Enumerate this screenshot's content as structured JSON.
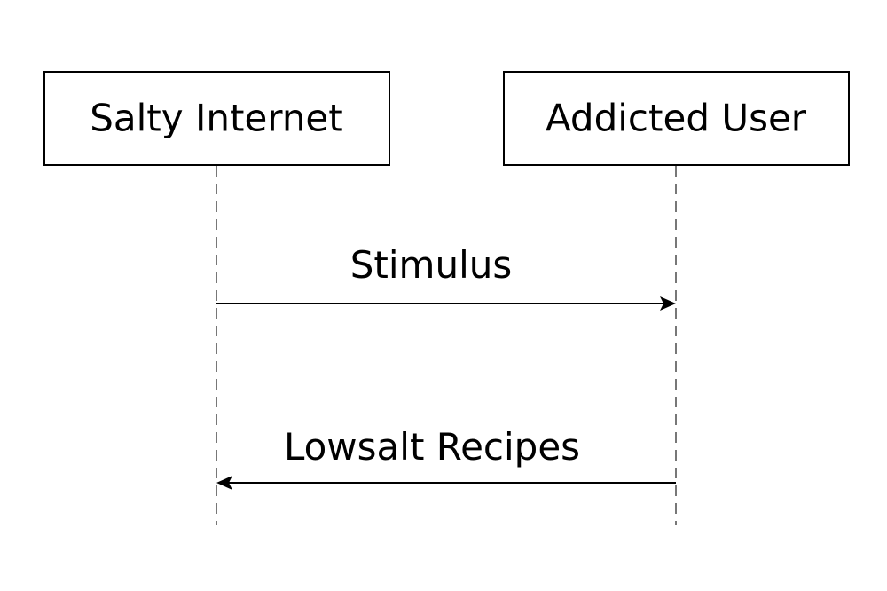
{
  "diagram": {
    "type": "sequence",
    "actors": [
      {
        "label": "Salty Internet"
      },
      {
        "label": "Addicted User"
      }
    ],
    "messages": [
      {
        "from": 0,
        "to": 1,
        "label": "Stimulus"
      },
      {
        "from": 1,
        "to": 0,
        "label": "Lowsalt Recipes"
      }
    ]
  }
}
